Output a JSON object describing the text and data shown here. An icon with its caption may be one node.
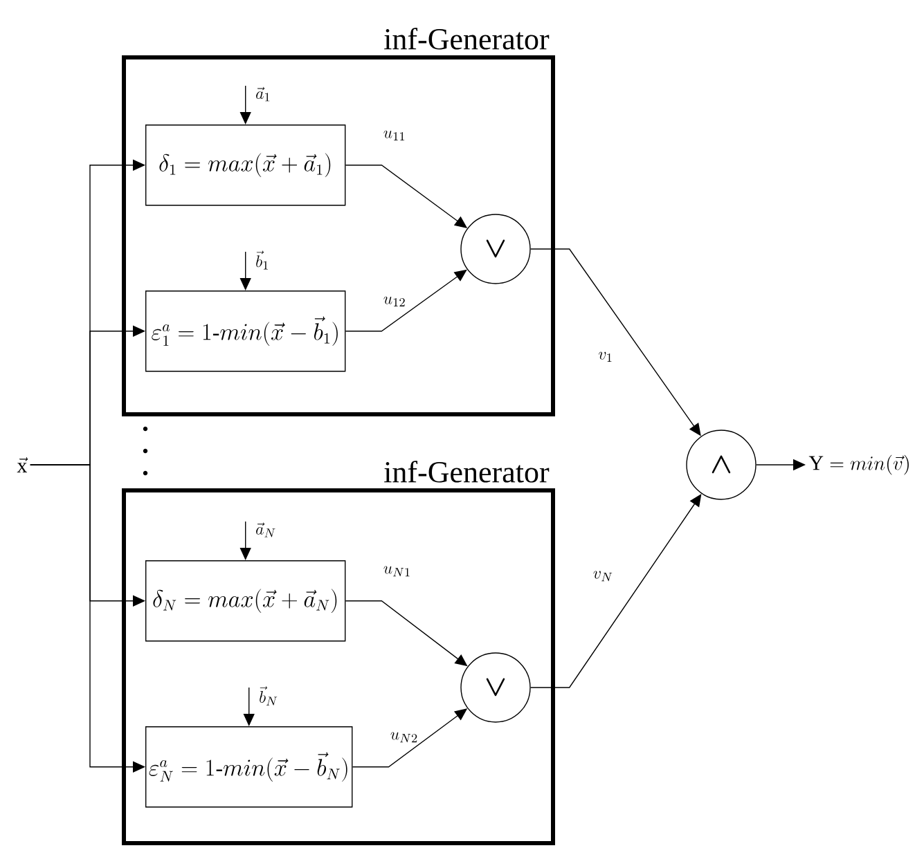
{
  "diagram": {
    "nodes": [
      {
        "text": [
          "inf-Generator"
        ]
      },
      {
        "text": [
          "\\delta_{1} = max(\\vec{x} + \\vec{a}_{1})"
        ],
        "in": 0
      },
      {
        "text": [
          "\\varepsilon^{a}_{1} = 1\\mbox{-}min(\\vec{x} - \\vec{b}_{1})"
        ],
        "in": 0
      },
      {
        "text": [
          "\\vee"
        ],
        "in": 0
      },
      {
        "text": [
          "inf-Generator"
        ]
      },
      {
        "text": [
          "\\delta_{N} = max(\\vec{x} + \\vec{a}_{N})"
        ],
        "in": 4
      },
      {
        "text": [
          "\\varepsilon^{a}_{N} = 1\\mbox{-}min(\\vec{x} - \\vec{b}_{N})"
        ],
        "in": 4
      },
      {
        "text": [
          "\\vee"
        ],
        "in": 4
      },
      {
        "text": [
          "\\vec{\\mathrm{x}}"
        ]
      },
      {
        "text": [
          "\\wedge"
        ]
      },
      {
        "text": [
          "\\mathrm{Y} = min(\\vec{v})"
        ]
      }
    ],
    "edges": [
      {
        "from": null,
        "to": 1,
        "arrow": "to",
        "label": "\\vec{a}_{1}"
      },
      {
        "from": null,
        "to": 2,
        "arrow": "to",
        "label": "\\vec{b}_{1}"
      },
      {
        "from": null,
        "to": 5,
        "arrow": "to",
        "label": "\\vec{a}_{N}"
      },
      {
        "from": null,
        "to": 6,
        "arrow": "to",
        "label": "\\vec{b}_{N}"
      },
      {
        "from": 8,
        "to": 1,
        "arrow": "to"
      },
      {
        "from": 8,
        "to": 2,
        "arrow": "to"
      },
      {
        "from": 8,
        "to": 5,
        "arrow": "to"
      },
      {
        "from": 8,
        "to": 6,
        "arrow": "to"
      },
      {
        "from": 1,
        "to": 3,
        "arrow": "to",
        "label": "u_{11}"
      },
      {
        "from": 2,
        "to": 3,
        "arrow": "to",
        "label": "u_{12}"
      },
      {
        "from": 5,
        "to": 7,
        "arrow": "to",
        "label": "u_{N1}"
      },
      {
        "from": 6,
        "to": 7,
        "arrow": "to",
        "label": "u_{N2}"
      },
      {
        "from": 3,
        "to": 9,
        "arrow": "to",
        "label": "v_{1}"
      },
      {
        "from": 7,
        "to": 9,
        "arrow": "to",
        "label": "v_{N}"
      },
      {
        "from": 9,
        "to": 10,
        "arrow": "to"
      }
    ]
  }
}
